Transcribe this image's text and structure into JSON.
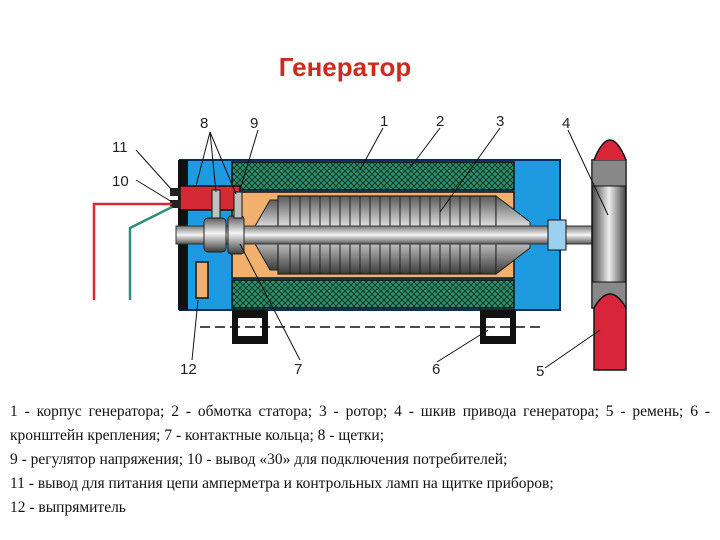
{
  "title": "Генератор",
  "callouts": {
    "c1": "1",
    "c2": "2",
    "c3": "3",
    "c4": "4",
    "c5": "5",
    "c6": "6",
    "c7": "7",
    "c8": "8",
    "c9": "9",
    "c10": "10",
    "c11": "11",
    "c12": "12"
  },
  "legend": {
    "line1": "1 - корпус генератора; 2 - обмотка статора; 3 - ротор; 4 - шкив привода генератора; 5 - ремень; 6 - кронштейн крепления; 7 - контактные кольца; 8 - щетки;",
    "line2": "9 - регулятор напряжения; 10 - вывод «30» для подключения потребителей;",
    "line3": "11 - вывод для питания цепи амперметра и контрольных ламп на щитке приборов;",
    "line4": "12 - выпрямитель"
  },
  "colors": {
    "housing": "#1e9be0",
    "winding": "#2f8f6a",
    "rotor_cavity": "#f2b06e",
    "regulator": "#d42a36",
    "belt": "#d8253a",
    "title": "#cc2b1d"
  }
}
